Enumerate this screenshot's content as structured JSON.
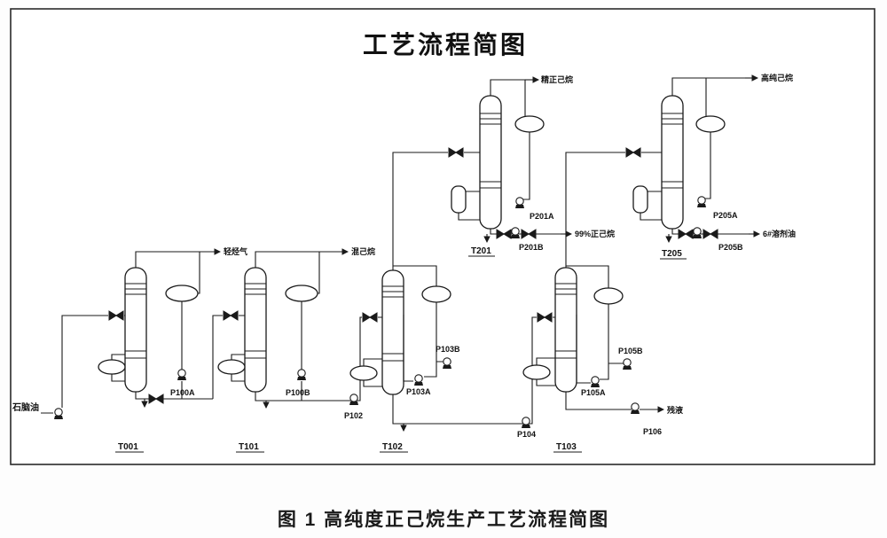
{
  "diagram": {
    "title": "工艺流程简图",
    "caption": "图 1  高纯度正己烷生产工艺流程简图",
    "feed_label": "石脑油",
    "columns": {
      "t001": "T001",
      "t101": "T101",
      "t102": "T102",
      "t103": "T103",
      "t201": "T201",
      "t205": "T205"
    },
    "pumps": {
      "p100a": "P100A",
      "p100b": "P100B",
      "p102": "P102",
      "p103a": "P103A",
      "p103b": "P103B",
      "p104": "P104",
      "p105a": "P105A",
      "p105b": "P105B",
      "p106": "P106",
      "p201a": "P201A",
      "p201b": "P201B",
      "p205a": "P205A",
      "p205b": "P205B"
    },
    "streams": {
      "t001_top": "轻烃气",
      "t101_top": "混己烷",
      "t201_top": "精正己烷",
      "t201_bottom": "99%正己烷",
      "t205_top": "高纯己烷",
      "t205_bottom": "6#溶剂油",
      "t103_bottom": "残液"
    }
  },
  "colors": {
    "line": "#1a1a1a",
    "background": "#ffffff"
  }
}
